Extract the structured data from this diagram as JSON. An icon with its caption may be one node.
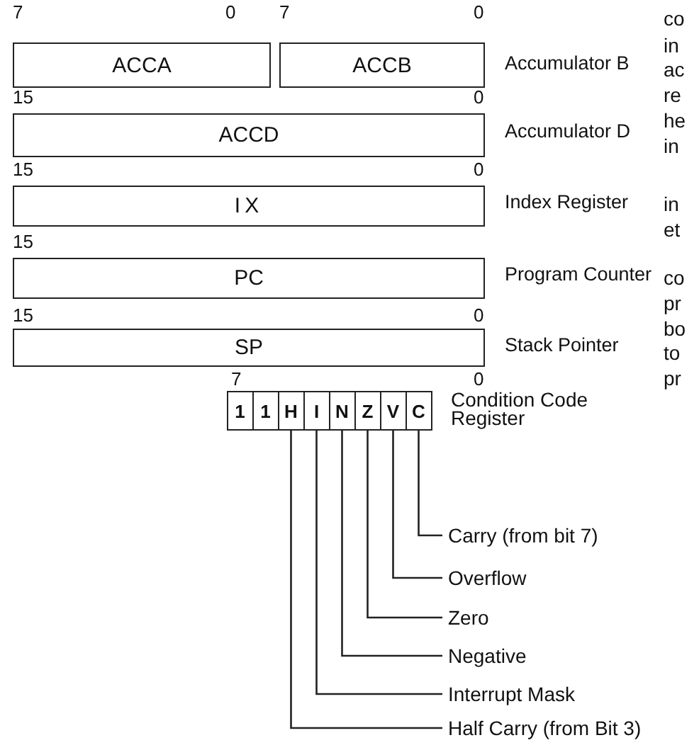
{
  "diagram": {
    "nodes": [
      {
        "text": [
          "ACCA"
        ]
      },
      {
        "text": [
          "ACCB"
        ],
        "beside": [
          "Accumulator B"
        ]
      },
      {
        "text": [
          "ACCD"
        ],
        "beside": [
          "Accumulator D"
        ]
      },
      {
        "text": [
          "IX"
        ],
        "beside": [
          "Index Register"
        ]
      },
      {
        "text": [
          "PC"
        ],
        "beside": [
          "Program Counter"
        ]
      },
      {
        "text": [
          "SP"
        ],
        "beside": [
          "Stack Pointer"
        ]
      },
      {
        "text": [
          "1"
        ]
      },
      {
        "text": [
          "1"
        ]
      },
      {
        "text": [
          "H"
        ]
      },
      {
        "text": [
          "I"
        ]
      },
      {
        "text": [
          "N"
        ]
      },
      {
        "text": [
          "Z"
        ]
      },
      {
        "text": [
          "V"
        ]
      },
      {
        "text": [
          "C"
        ]
      },
      {
        "text": [
          "Carry (from bit 7)"
        ]
      },
      {
        "text": [
          "Overflow"
        ]
      },
      {
        "text": [
          "Zero"
        ]
      },
      {
        "text": [
          "Negative"
        ]
      },
      {
        "text": [
          "Interrupt Mask"
        ]
      },
      {
        "text": [
          "Half Carry (from Bit 3)"
        ]
      }
    ],
    "edges": [
      {
        "from": 14,
        "to": 13,
        "arrow": "none"
      },
      {
        "from": 15,
        "to": 12,
        "arrow": "none"
      },
      {
        "from": 16,
        "to": 11,
        "arrow": "none"
      },
      {
        "from": 17,
        "to": 10,
        "arrow": "none"
      },
      {
        "from": 18,
        "to": 9,
        "arrow": "none"
      },
      {
        "from": 19,
        "to": 8,
        "arrow": "none"
      }
    ],
    "labels": [
      "7",
      "0",
      "7",
      "0",
      "15",
      "0",
      "15",
      "0",
      "15",
      "15",
      "0",
      "7",
      "0",
      "Condition Code Register",
      "co",
      "in",
      "ac",
      "re",
      "he",
      "in",
      "in",
      "et",
      "co",
      "pr",
      "bo",
      "to",
      "pr"
    ]
  }
}
